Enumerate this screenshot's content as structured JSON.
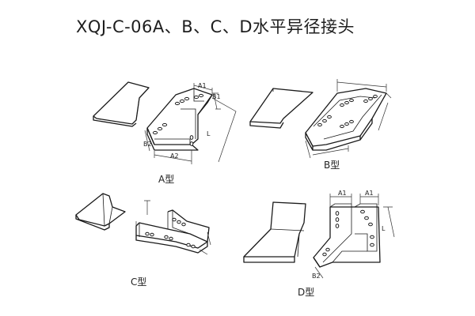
{
  "title": "XQJ-C-06A、B、C、D水平异径接头",
  "figures": {
    "a": {
      "caption": "A型",
      "labels": {
        "a1": "A1",
        "b1": "B1",
        "b2": "B2",
        "a2": "A2",
        "l": "L"
      }
    },
    "b": {
      "caption": "B型"
    },
    "c": {
      "caption": "C型"
    },
    "d": {
      "caption": "D型",
      "labels": {
        "a1_left": "A1",
        "a1_right": "A1",
        "b2": "B2",
        "l": "L"
      }
    }
  }
}
